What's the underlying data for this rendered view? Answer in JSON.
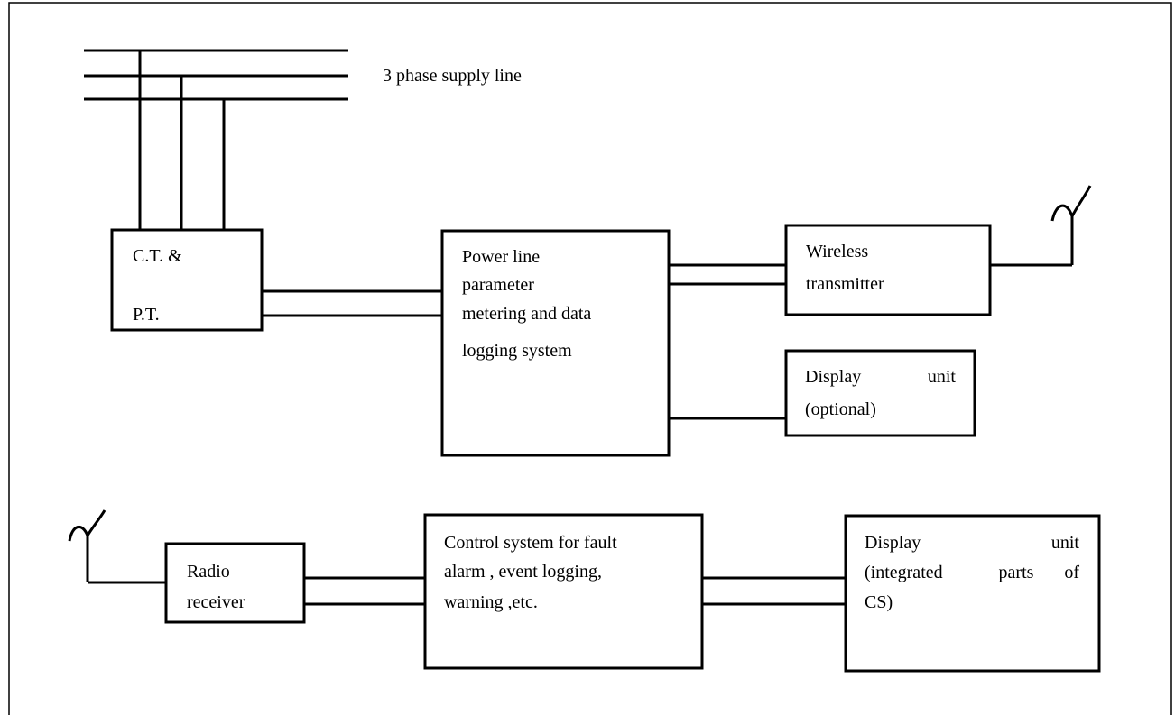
{
  "labels": {
    "supply_line": "3 phase supply line",
    "ct_pt_line1": "C.T. &",
    "ct_pt_line2": "P.T.",
    "metering_line1": "Power line",
    "metering_line2": "parameter",
    "metering_line3": "metering and data",
    "metering_line4": "logging system",
    "transmitter_line1": "Wireless",
    "transmitter_line2": "transmitter",
    "display1_word1": "Display",
    "display1_word2": "unit",
    "display1_line2": "(optional)",
    "receiver_line1": "Radio",
    "receiver_line2": "receiver",
    "control_line1": "Control system for fault",
    "control_line2": "alarm , event logging,",
    "control_line3": "warning ,etc.",
    "display2_word1": "Display",
    "display2_word2": "unit",
    "display2_line2_w1": "(integrated",
    "display2_line2_w2": "parts",
    "display2_line2_w3": "of",
    "display2_line3": "CS)"
  }
}
